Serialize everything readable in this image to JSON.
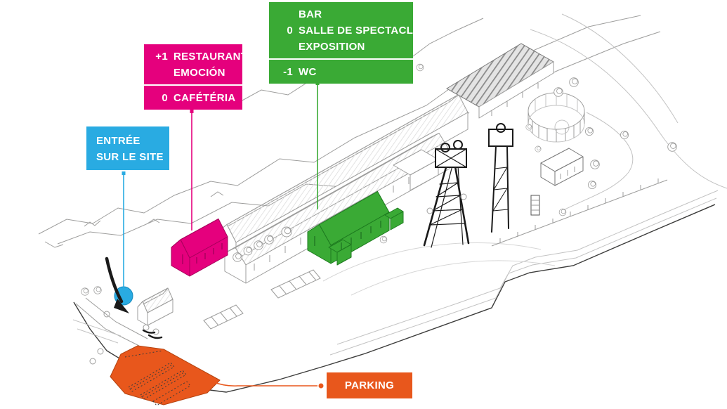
{
  "colors": {
    "green": "#3aaa35",
    "magenta": "#e5007d",
    "blue": "#29abe2",
    "orange": "#e8571c",
    "text": "#ffffff"
  },
  "callouts": {
    "venue": {
      "sections": [
        {
          "rows": [
            {
              "num": "",
              "text": "BAR"
            },
            {
              "num": "0",
              "text": "SALLE DE SPECTACLE"
            },
            {
              "num": "",
              "text": "EXPOSITION"
            }
          ]
        },
        {
          "rows": [
            {
              "num": "-1",
              "text": "WC"
            }
          ]
        }
      ]
    },
    "restaurant": {
      "sections": [
        {
          "rows": [
            {
              "num": "+1",
              "text": "RESTAURANT"
            },
            {
              "num": "",
              "text": "EMOCIÓN"
            }
          ]
        },
        {
          "rows": [
            {
              "num": "0",
              "text": "CAFÉTÉRIA"
            }
          ]
        }
      ]
    },
    "entrance": {
      "sections": [
        {
          "rows": [
            {
              "num": "",
              "text": "ENTRÉE"
            },
            {
              "num": "",
              "text": "SUR LE SITE"
            }
          ]
        }
      ]
    },
    "parking": {
      "sections": [
        {
          "rows": [
            {
              "num": "",
              "text": "PARKING"
            }
          ]
        }
      ]
    }
  },
  "map": {
    "highlights": [
      {
        "id": "venue-building",
        "color_ref": "green"
      },
      {
        "id": "restaurant-building",
        "color_ref": "magenta"
      },
      {
        "id": "entrance-marker",
        "color_ref": "blue"
      },
      {
        "id": "parking-area",
        "color_ref": "orange"
      }
    ]
  }
}
